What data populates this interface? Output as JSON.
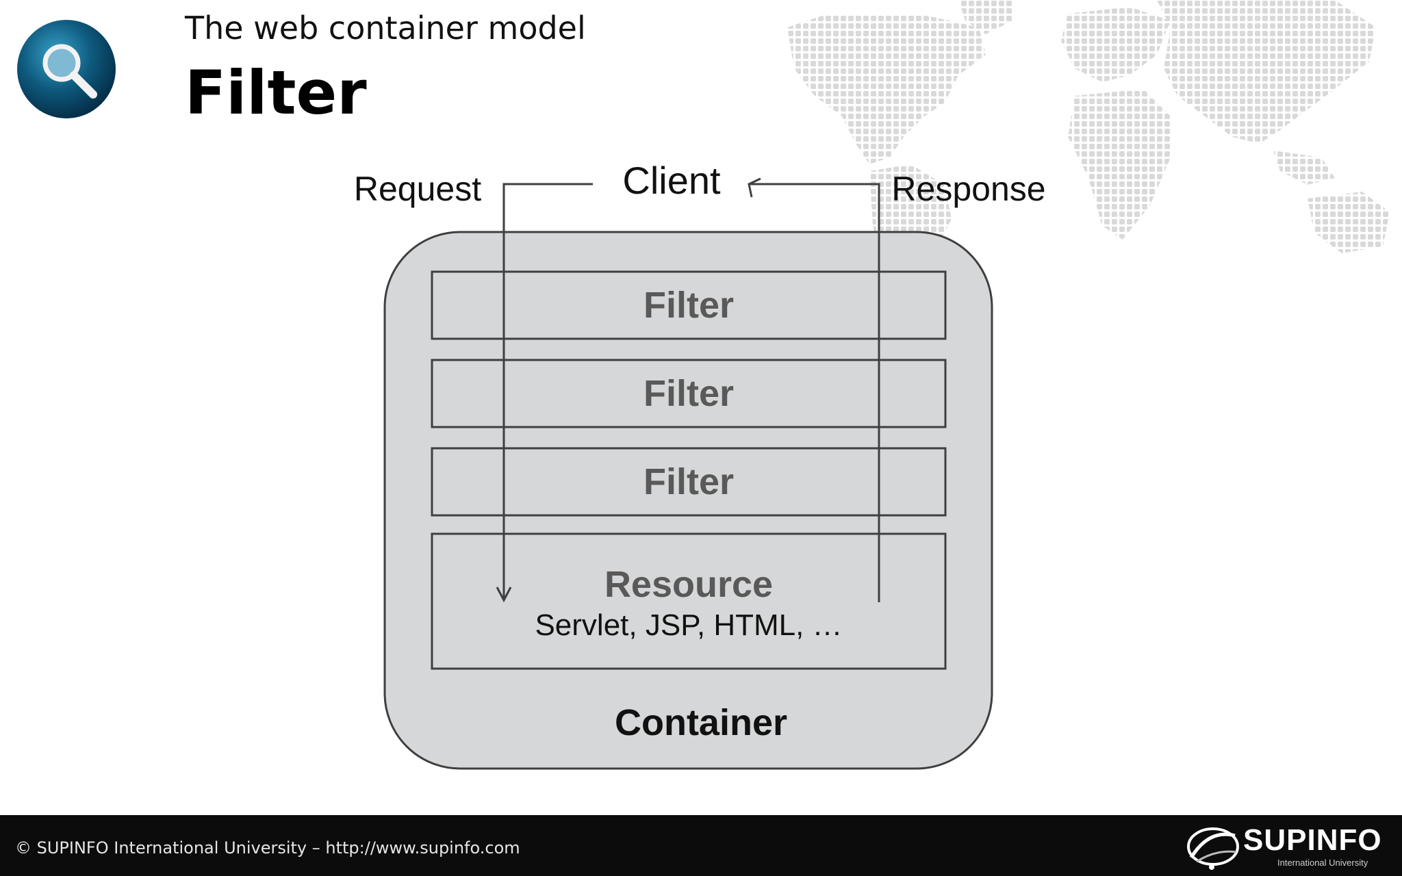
{
  "slide": {
    "subtitle": "The web container model",
    "title": "Filter"
  },
  "diagram": {
    "client_label": "Client",
    "request_label": "Request",
    "response_label": "Response",
    "filters": [
      "Filter",
      "Filter",
      "Filter"
    ],
    "resource_title": "Resource",
    "resource_subtitle": "Servlet, JSP, HTML, …",
    "container_label": "Container"
  },
  "footer": {
    "copyright": "© SUPINFO International University – http://www.supinfo.com",
    "brand_name": "SUPINFO",
    "brand_sub": "International University"
  },
  "icons": {
    "logo": "magnifier-icon",
    "background": "world-map-dots",
    "brand": "supinfo-globe-icon"
  },
  "colors": {
    "container_fill": "#d6d7d8",
    "stroke": "#3f3f3f",
    "filter_text": "#595959",
    "footer_bg": "#0c0c0c",
    "badge_blue": "#0e5a7e"
  }
}
